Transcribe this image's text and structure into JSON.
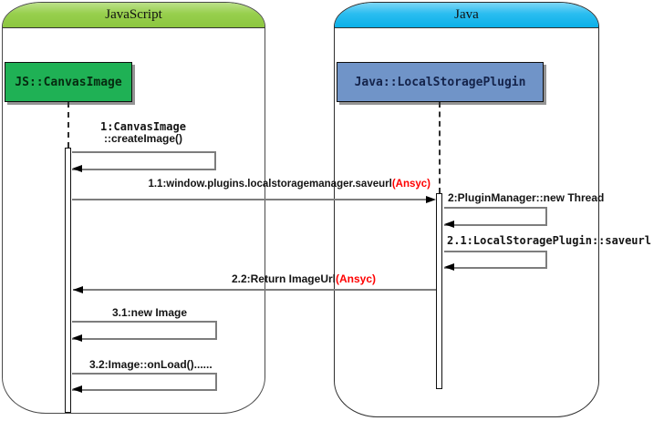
{
  "frames": {
    "left": {
      "title": "JavaScript"
    },
    "right": {
      "title": "Java"
    }
  },
  "objects": {
    "js": {
      "label": "JS::CanvasImage"
    },
    "java": {
      "label": "Java::LocalStoragePlugin"
    }
  },
  "messages": {
    "m1": {
      "line1": "1:CanvasImage",
      "line2": "::createImage()"
    },
    "m11": {
      "text": "1.1:window.plugins.localstoragemanager.saveurl",
      "async": "(Ansyc)"
    },
    "m2": {
      "text": "2:PluginManager::new Thread"
    },
    "m21": {
      "text": "2.1:LocalStoragePlugin::saveurl"
    },
    "m22": {
      "text": "2.2:Return ImageUrl",
      "async": "(Ansyc)"
    },
    "m31": {
      "text": "3.1:new Image"
    },
    "m32": {
      "text": "3.2:Image::onLoad()......"
    }
  },
  "colors": {
    "frame_js_header": "#97CF4D",
    "frame_java_header": "#2ABDF0",
    "object_js_fill": "#1FB155",
    "object_java_fill": "#7094C8",
    "async_label": "#FF0000",
    "arrow_line": "#7D7D7D",
    "arrowhead": "#000000"
  }
}
